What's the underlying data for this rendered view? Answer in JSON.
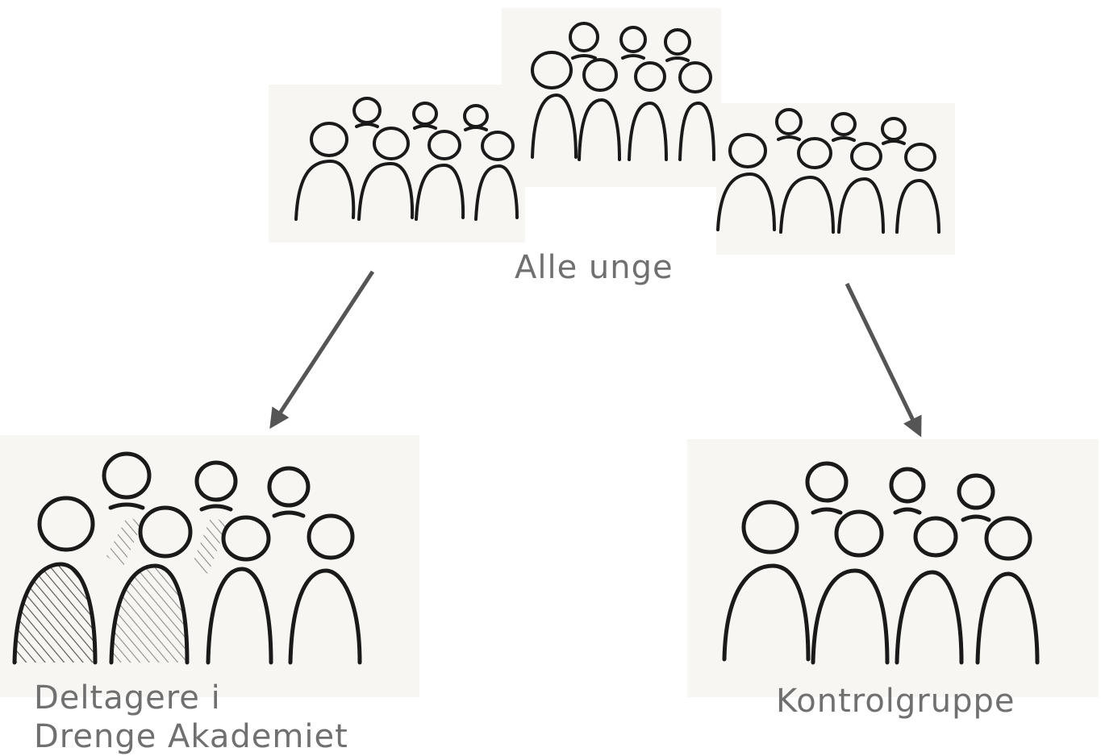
{
  "diagram": {
    "top_group": {
      "label": "Alle unge"
    },
    "left_group": {
      "label_line1": "Deltagere i",
      "label_line2": "Drenge Akademiet"
    },
    "right_group": {
      "label": "Kontrolgruppe"
    },
    "colors": {
      "ink": "#1a1a1a",
      "arrow": "#555555",
      "label": "#707070",
      "paper": "#f8f6f2",
      "hatch": "#777777"
    }
  }
}
